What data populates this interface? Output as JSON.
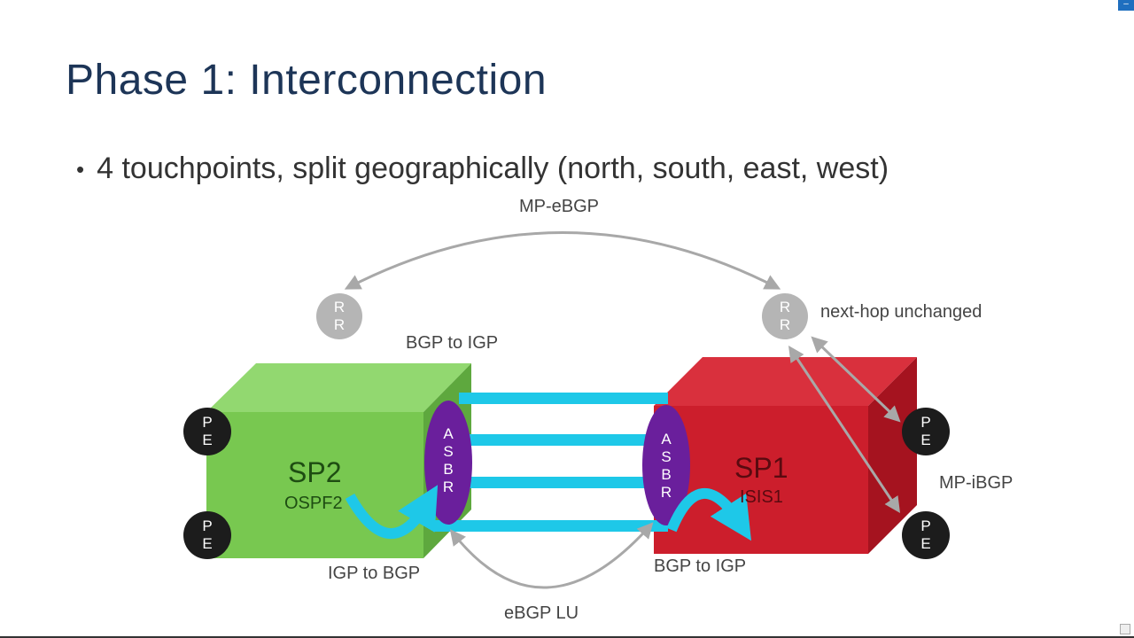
{
  "slide": {
    "title": "Phase 1: Interconnection",
    "bullet": "4 touchpoints, split geographically (north, south, east, west)"
  },
  "labels": {
    "mp_ebgp": "MP-eBGP",
    "next_hop": "next-hop unchanged",
    "bgp_to_igp_top": "BGP to IGP",
    "mp_ibgp": "MP-iBGP",
    "igp_to_bgp": "IGP to BGP",
    "bgp_to_igp_bottom": "BGP to IGP",
    "ebgp_lu": "eBGP LU"
  },
  "nodes": {
    "rr_text": "R\nR",
    "pe_text": "P\nE",
    "asbr_text": "A\nS\nB\nR"
  },
  "sp2": {
    "name": "SP2",
    "protocol": "OSPF2",
    "color": "#78c850"
  },
  "sp1": {
    "name": "SP1",
    "protocol": "ISIS1",
    "color": "#cc1e2c"
  },
  "colors": {
    "link": "#1ec8e8",
    "asbr": "#6a1f9c",
    "node": "#1c1c1c",
    "rr": "#b5b5b5",
    "arrow": "#a8a8a8"
  },
  "window": {
    "minimize": "–"
  }
}
